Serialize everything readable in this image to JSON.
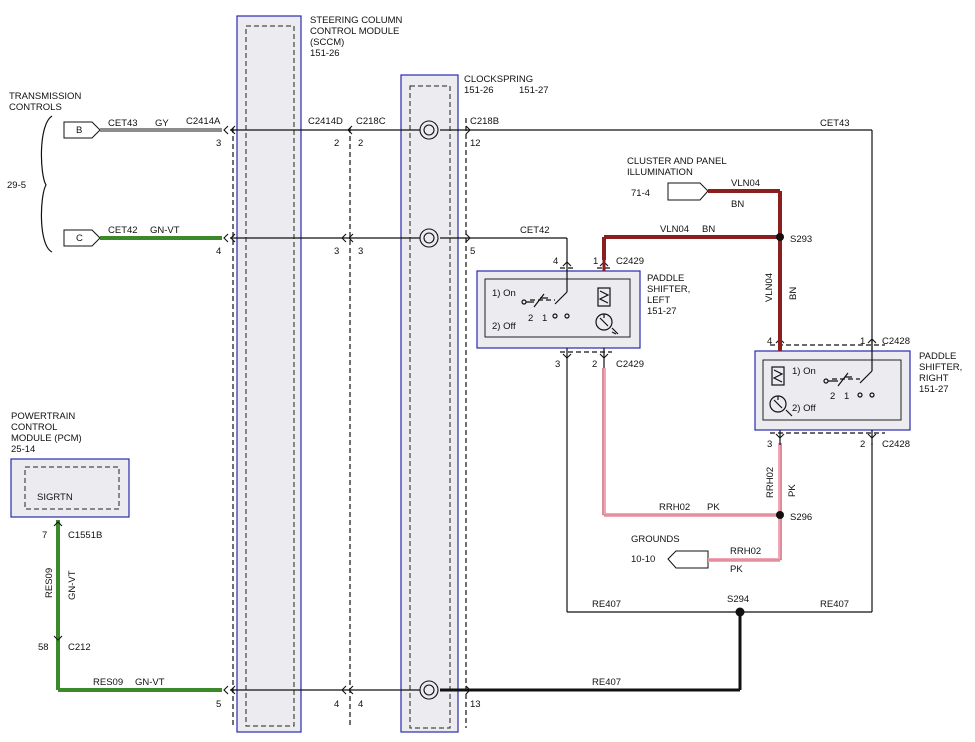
{
  "modules": {
    "sccm": {
      "name": [
        "STEERING COLUMN",
        "CONTROL MODULE",
        "(SCCM)"
      ],
      "ref": "151-26"
    },
    "clockspring": {
      "name": "CLOCKSPRING",
      "ref1": "151-26",
      "ref2": "151-27"
    },
    "transmission": {
      "name": [
        "TRANSMISSION",
        "CONTROLS"
      ],
      "ref": "29-5"
    },
    "pcm": {
      "name": [
        "POWERTRAIN",
        "CONTROL",
        "MODULE (PCM)"
      ],
      "ref": "25-14",
      "inner_label": "SIGRTN"
    },
    "cluster": {
      "name": [
        "CLUSTER AND PANEL",
        "ILLUMINATION"
      ],
      "ref": "71-4"
    },
    "paddle_left": {
      "name": [
        "PADDLE",
        "SHIFTER,",
        "LEFT"
      ],
      "ref": "151-27",
      "state_on": "1) On",
      "state_off": "2) Off"
    },
    "paddle_right": {
      "name": [
        "PADDLE",
        "SHIFTER,",
        "RIGHT"
      ],
      "ref": "151-27",
      "state_on": "1) On",
      "state_off": "2) Off"
    },
    "grounds": {
      "name": "GROUNDS",
      "ref": "10-10"
    }
  },
  "connectors": {
    "c2414a": "C2414A",
    "c2414d": "C2414D",
    "c218c": "C218C",
    "c218b": "C218B",
    "c2429_top": "C2429",
    "c2429_bottom": "C2429",
    "c2428_top": "C2428",
    "c2428_bottom": "C2428",
    "c1551b": "C1551B",
    "c212": "C212"
  },
  "pins": {
    "trans_b": "B",
    "trans_c": "C",
    "a3": "3",
    "a4": "4",
    "a5": "5",
    "d2": "2",
    "d3": "3",
    "d4": "4",
    "c2": "2",
    "c3": "3",
    "c4": "4",
    "b12": "12",
    "b5": "5",
    "b13": "13",
    "pl4": "4",
    "pl1": "1",
    "pl3": "3",
    "pl2": "2",
    "pr4": "4",
    "pr1": "1",
    "pr3": "3",
    "pr2": "2",
    "pcm7": "7",
    "pcm58": "58",
    "sw_l_2": "2",
    "sw_l_1": "1",
    "sw_r_2": "2",
    "sw_r_1": "1"
  },
  "splices": {
    "s293": "S293",
    "s296": "S296",
    "s294": "S294"
  },
  "wires": {
    "cet43": "CET43",
    "cet43_color": "GY",
    "cet43_right": "CET43",
    "cet42": "CET42",
    "cet42_color": "GN-VT",
    "cet42_right": "CET42",
    "vln04_top": "VLN04",
    "vln04_top_color": "BN",
    "vln04_mid": "VLN04",
    "vln04_mid_color": "BN",
    "vln04_vert": "VLN04",
    "vln04_vert_color": "BN",
    "rrh02_h": "RRH02",
    "rrh02_h_color": "PK",
    "rrh02_v": "RRH02",
    "rrh02_v_color": "PK",
    "rrh02_g": "RRH02",
    "rrh02_g_color": "PK",
    "re407_left": "RE407",
    "re407_right": "RE407",
    "re407_bottom": "RE407",
    "res09_v": "RES09",
    "res09_v_color": "GN-VT",
    "res09_h": "RES09",
    "res09_h_color": "GN-VT"
  },
  "colors": {
    "gray_wire": "#8c8c8c",
    "green_wire": "#3a8a2a",
    "brown_wire": "#8b1e1e",
    "pink_wire": "#f0a6b4",
    "module_border": "#2a2ab0",
    "module_fill": "#ececf0"
  }
}
